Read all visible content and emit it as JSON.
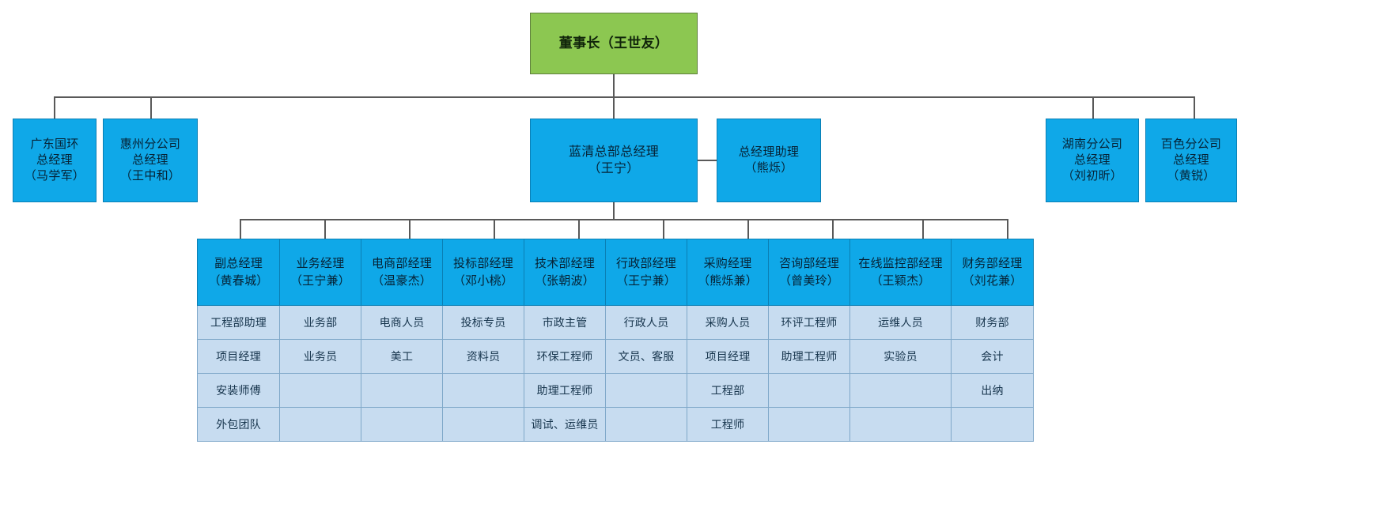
{
  "meta": {
    "title": "组织架构图",
    "colors": {
      "chairman_fill": "#8cc751",
      "chairman_border": "#5f7f3d",
      "manager_fill": "#0fa8e8",
      "manager_border": "#0a7fb4",
      "staff_fill": "#c7dcf0",
      "staff_border": "#7fa8c9",
      "connector": "#595959",
      "text": "#062235"
    }
  },
  "chairman": {
    "title": "董事长",
    "name": "（王世友）",
    "label": "董事长（王世友）"
  },
  "branches_left": [
    {
      "line1": "广东国环",
      "line2": "总经理",
      "line3": "（马学军）"
    },
    {
      "line1": "惠州分公司",
      "line2": "总经理",
      "line3": "（王中和）"
    }
  ],
  "center": {
    "gm": {
      "line1": "蓝清总部总经理",
      "line2": "（王宁）"
    },
    "assistant": {
      "line1": "总经理助理",
      "line2": "（熊烁）"
    }
  },
  "branches_right": [
    {
      "line1": "湖南分公司",
      "line2": "总经理",
      "line3": "（刘初昕）"
    },
    {
      "line1": "百色分公司",
      "line2": "总经理",
      "line3": "（黄锐）"
    }
  ],
  "departments": {
    "headers": [
      {
        "title": "副总经理",
        "name": "（黄春城）"
      },
      {
        "title": "业务经理",
        "name": "（王宁兼）"
      },
      {
        "title": "电商部经理",
        "name": "（温豪杰）"
      },
      {
        "title": "投标部经理",
        "name": "（邓小桃）"
      },
      {
        "title": "技术部经理",
        "name": "（张朝波）"
      },
      {
        "title": "行政部经理",
        "name": "（王宁兼）"
      },
      {
        "title": "采购经理",
        "name": "（熊烁兼）"
      },
      {
        "title": "咨询部经理",
        "name": "（曾美玲）"
      },
      {
        "title": "在线监控部经理",
        "name": "（王颖杰）"
      },
      {
        "title": "财务部经理",
        "name": "（刘花兼）"
      }
    ],
    "rows": [
      [
        "工程部助理",
        "业务部",
        "电商人员",
        "投标专员",
        "市政主管",
        "行政人员",
        "采购人员",
        "环评工程师",
        "运维人员",
        "财务部"
      ],
      [
        "项目经理",
        "业务员",
        "美工",
        "资料员",
        "环保工程师",
        "文员、客服",
        "项目经理",
        "助理工程师",
        "实验员",
        "会计"
      ],
      [
        "安装师傅",
        "",
        "",
        "",
        "助理工程师",
        "",
        "工程部",
        "",
        "",
        "出纳"
      ],
      [
        "外包团队",
        "",
        "",
        "",
        "调试、运维员",
        "",
        "工程师",
        "",
        "",
        ""
      ]
    ]
  }
}
